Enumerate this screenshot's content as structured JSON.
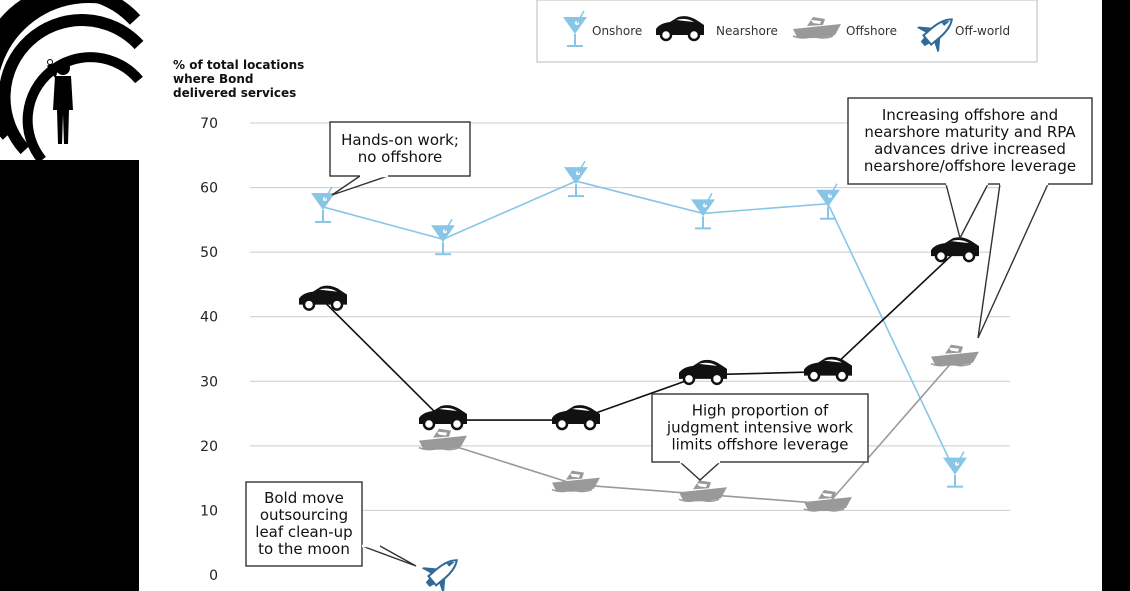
{
  "colors": {
    "onshore": "#87C6E6",
    "nearshore": "#111111",
    "offshore": "#999999",
    "offworld": "#2F6A9A",
    "grid": "#cccccc"
  },
  "icons": {
    "onshore": "martini-glass-icon",
    "nearshore": "sports-car-icon",
    "offshore": "speedboat-icon",
    "offworld": "space-shuttle-icon",
    "logo": "gun-barrel-spiral-logo"
  },
  "chart_data": {
    "type": "line",
    "ylabel": [
      "% of total locations",
      "where Bond",
      "delivered services"
    ],
    "ylim": [
      0,
      70
    ],
    "yticks": [
      "0",
      "10",
      "20",
      "30",
      "40",
      "50",
      "60",
      "70"
    ],
    "ytick_values": [
      0,
      10,
      20,
      30,
      40,
      50,
      60,
      70
    ],
    "grid": true,
    "legend_position": "top-right",
    "x": [
      1,
      2,
      3,
      4,
      5,
      6
    ],
    "series": [
      {
        "key": "onshore",
        "name": "Onshore",
        "values": [
          57,
          52,
          61,
          56,
          57.5,
          16
        ]
      },
      {
        "key": "nearshore",
        "name": "Nearshore",
        "values": [
          42.5,
          24,
          24,
          31,
          31.5,
          50
        ]
      },
      {
        "key": "offshore",
        "name": "Offshore",
        "values": [
          null,
          20.5,
          14,
          12.5,
          11,
          33.5
        ]
      },
      {
        "key": "offworld",
        "name": "Off-world",
        "values": [
          null,
          0.5,
          null,
          null,
          null,
          null
        ]
      }
    ],
    "annotations": [
      {
        "key": "handson",
        "lines": [
          "Hands-on work;",
          "no offshore"
        ]
      },
      {
        "key": "increasing",
        "lines": [
          "Increasing offshore and",
          "nearshore maturity and RPA",
          "advances drive increased",
          "nearshore/offshore leverage"
        ]
      },
      {
        "key": "high",
        "lines": [
          "High proportion of",
          "judgment intensive work",
          "limits offshore leverage"
        ]
      },
      {
        "key": "bold",
        "lines": [
          "Bold move",
          "outsourcing",
          "leaf clean-up",
          "to the moon"
        ]
      }
    ]
  }
}
